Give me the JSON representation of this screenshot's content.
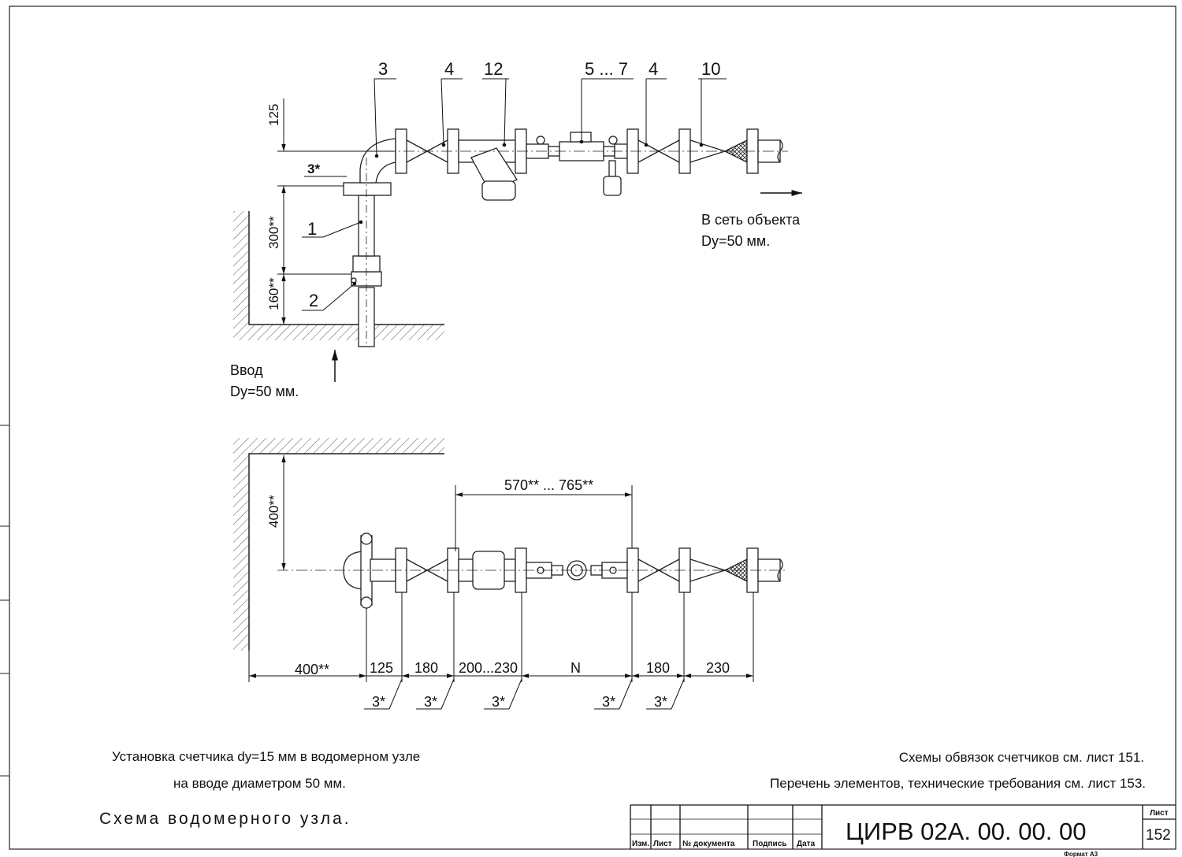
{
  "callouts": {
    "c3": "3",
    "c4a": "4",
    "c12": "12",
    "c57": "5 ... 7",
    "c4b": "4",
    "c10": "10",
    "c1": "1",
    "c2": "2"
  },
  "top_dims": {
    "d125": "125",
    "d3s": "3*",
    "d300": "300**",
    "d160": "160**"
  },
  "outlet": {
    "line1": "В сеть объекта",
    "line2": "Dу=50 мм."
  },
  "inlet": {
    "line1": "Ввод",
    "line2": "Dу=50 мм."
  },
  "bottom_dims": {
    "d400v": "400**",
    "d570": "570** ... 765**",
    "d400h": "400**",
    "d125": "125",
    "d180a": "180",
    "d200": "200...230",
    "dN": "N",
    "d180b": "180",
    "d230": "230",
    "s1": "3*",
    "s2": "3*",
    "s3": "3*",
    "s4": "3*",
    "s5": "3*"
  },
  "notes": {
    "left1": "Установка счетчика dу=15 мм в водомерном узле",
    "left2": "на вводе диаметром 50 мм.",
    "right1": "Схемы обвязок счетчиков см. лист 151.",
    "right2": "Перечень элементов, технические требования см. лист 153."
  },
  "title": "Схема водомерного узла.",
  "stamp": {
    "h_izm": "Изм.",
    "h_list": "Лист",
    "h_doc": "№ документа",
    "h_sign": "Подпись",
    "h_date": "Дата",
    "code": "ЦИРВ 02А. 00. 00. 00",
    "sheet_label": "Лист",
    "sheet_no": "152"
  },
  "format": "Формат А3"
}
